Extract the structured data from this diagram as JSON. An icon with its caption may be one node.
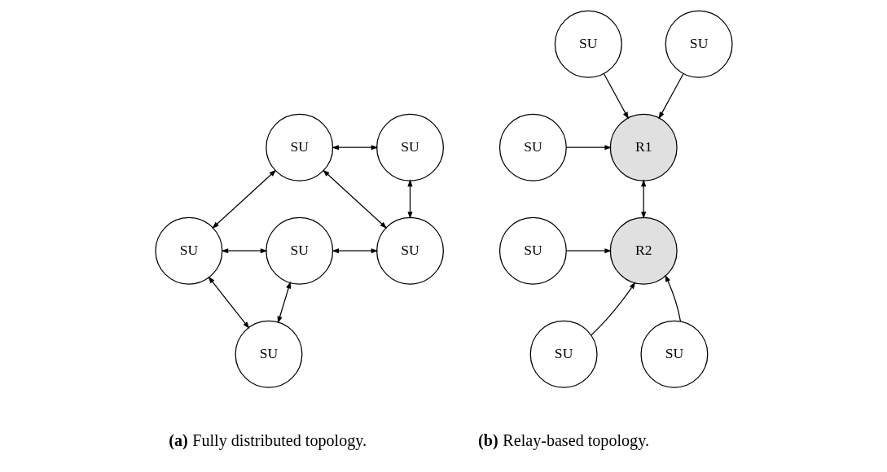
{
  "diagram": {
    "nodes": [
      {
        "text": [
          "SU"
        ]
      },
      {
        "text": [
          "SU"
        ]
      },
      {
        "text": [
          "SU"
        ]
      },
      {
        "text": [
          "SU"
        ]
      },
      {
        "text": [
          "SU"
        ]
      },
      {
        "text": [
          "SU"
        ]
      },
      {
        "text": [
          "SU"
        ]
      },
      {
        "text": [
          "SU"
        ]
      },
      {
        "text": [
          "R1"
        ]
      },
      {
        "text": [
          "SU"
        ]
      },
      {
        "text": [
          "SU"
        ]
      },
      {
        "text": [
          "R2"
        ]
      },
      {
        "text": [
          "SU"
        ]
      },
      {
        "text": [
          "SU"
        ]
      }
    ],
    "edges": [
      {
        "from": 1,
        "to": 0,
        "arrow": "both"
      },
      {
        "from": 2,
        "to": 1,
        "arrow": "both"
      },
      {
        "from": 1,
        "to": 4,
        "arrow": "both"
      },
      {
        "from": 0,
        "to": 4,
        "arrow": "both"
      },
      {
        "from": 2,
        "to": 3,
        "arrow": "both"
      },
      {
        "from": 3,
        "to": 4,
        "arrow": "both"
      },
      {
        "from": 2,
        "to": 5,
        "arrow": "both"
      },
      {
        "from": 5,
        "to": 3,
        "arrow": "both"
      },
      {
        "from": 6,
        "to": 8,
        "arrow": "to"
      },
      {
        "from": 7,
        "to": 8,
        "arrow": "to"
      },
      {
        "from": 10,
        "to": 8,
        "arrow": "to"
      },
      {
        "from": 8,
        "to": 11,
        "arrow": "both"
      },
      {
        "from": 9,
        "to": 11,
        "arrow": "to"
      },
      {
        "from": 12,
        "to": 11,
        "arrow": "to"
      },
      {
        "from": 13,
        "to": 11,
        "arrow": "to"
      }
    ],
    "labels": [
      "**(a)** Fully distributed topology.",
      "**(b)** Relay-based topology."
    ]
  }
}
